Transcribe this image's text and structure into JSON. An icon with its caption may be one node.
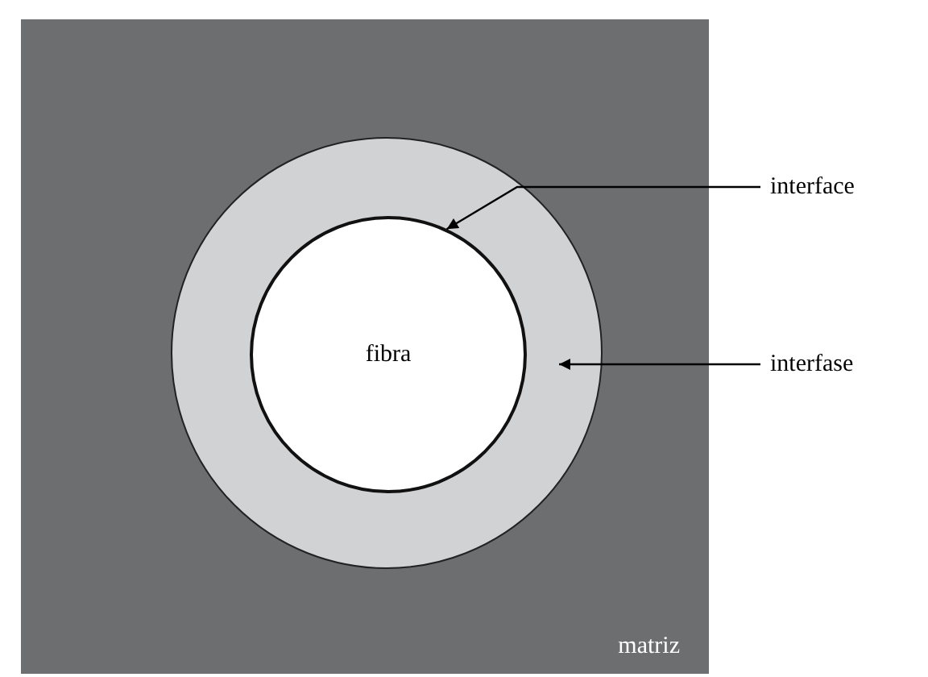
{
  "diagram": {
    "nodes": [
      {
        "text": [
          "matriz"
        ]
      },
      {
        "text": [],
        "shape": "circle",
        "in": 0
      },
      {
        "text": [
          "fibra"
        ],
        "in": 1
      },
      {
        "text": [
          "interface"
        ]
      },
      {
        "text": [
          "interfase"
        ]
      }
    ],
    "edges": [
      {
        "from": 3,
        "to": 2,
        "arrow": "to"
      },
      {
        "from": 4,
        "to": 1,
        "arrow": "to"
      }
    ]
  }
}
